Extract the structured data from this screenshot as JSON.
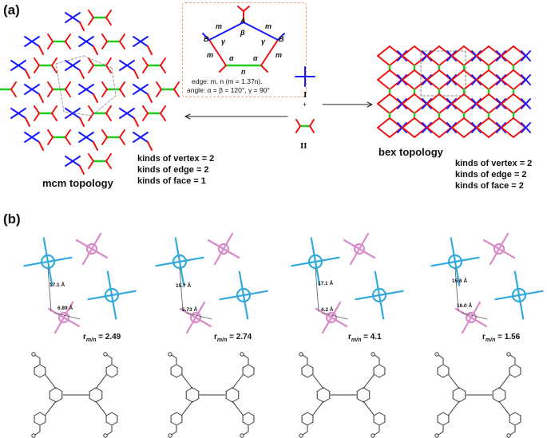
{
  "panel_a": {
    "label": "(a)",
    "left_topology": {
      "name": "mcm topology",
      "stats": [
        "kinds of vertex = 2",
        "kinds of edge = 2",
        "kinds of face = 1"
      ]
    },
    "right_topology": {
      "name": "bex topology",
      "stats": [
        "kinds of vertex = 2",
        "kinds of edge = 2",
        "kinds of face = 2"
      ]
    },
    "inset": {
      "edge_text": "edge: m, n (m = 1.37n).",
      "angle_text": "angle: α = β = 120°, γ = 90°",
      "vertex_labels": [
        "A",
        "B",
        "B"
      ],
      "edge_labels": [
        "m",
        "m",
        "m",
        "m",
        "n"
      ],
      "angle_labels": [
        "β",
        "γ",
        "γ",
        "α",
        "α"
      ]
    },
    "monomers": {
      "first": "I",
      "plus": "+",
      "second": "II"
    },
    "colors": {
      "blue": "#1a1aff",
      "red": "#ee1111",
      "green": "#22cc22",
      "inset_border": "#e8a270"
    }
  },
  "panel_b": {
    "label": "(b)",
    "structures": [
      {
        "long": "17.1 Å",
        "short": "6.89 Å",
        "r_prefix": "r",
        "r_sub": "m/n",
        "r_value": " = 2.49"
      },
      {
        "long": "15.7 Å",
        "short": "5.73 Å",
        "r_prefix": "r",
        "r_sub": "m/n",
        "r_value": " = 2.74"
      },
      {
        "long": "17.1 Å",
        "short": "4.2 Å",
        "r_prefix": "r",
        "r_sub": "m/n",
        "r_value": " = 4.1"
      },
      {
        "long": "15.6 Å",
        "short": "16.0 Å",
        "r_prefix": "r",
        "r_sub": "m/n",
        "r_value": " = 1.56"
      }
    ],
    "colors": {
      "cyan": "#33aadd",
      "pink": "#d98ac8",
      "bond": "#444444"
    }
  }
}
